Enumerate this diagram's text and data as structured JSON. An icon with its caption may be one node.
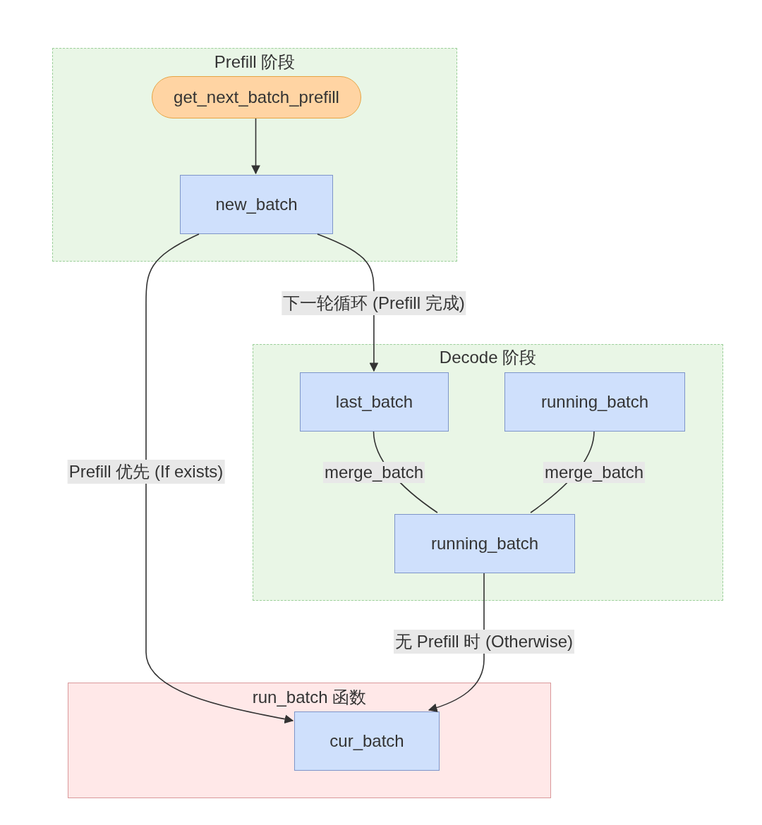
{
  "diagram": {
    "nodes": [
      {
        "text": [
          "Prefill 阶段"
        ]
      },
      {
        "text": [
          "get_next_batch_prefill"
        ],
        "in": 0
      },
      {
        "text": [
          "new_batch"
        ],
        "in": 0
      },
      {
        "text": [
          "Decode 阶段"
        ]
      },
      {
        "text": [
          "last_batch"
        ],
        "in": 3
      },
      {
        "text": [
          "running_batch"
        ],
        "in": 3
      },
      {
        "text": [
          "running_batch"
        ],
        "in": 3
      },
      {
        "text": [
          "run_batch 函数"
        ]
      },
      {
        "text": [
          "cur_batch"
        ],
        "in": 7
      }
    ],
    "edges": [
      {
        "from": 1,
        "to": 2,
        "arrow": "to"
      },
      {
        "from": 2,
        "to": 4,
        "arrow": "to",
        "label": "下一轮循环 (Prefill 完成)"
      },
      {
        "from": 2,
        "to": 8,
        "arrow": "to",
        "label": "Prefill 优先 (If exists)"
      },
      {
        "from": 4,
        "to": 6,
        "arrow": "none",
        "label": "merge_batch"
      },
      {
        "from": 5,
        "to": 6,
        "arrow": "none",
        "label": "merge_batch"
      },
      {
        "from": 6,
        "to": 8,
        "arrow": "to",
        "label": "无 Prefill 时 (Otherwise)"
      }
    ]
  }
}
